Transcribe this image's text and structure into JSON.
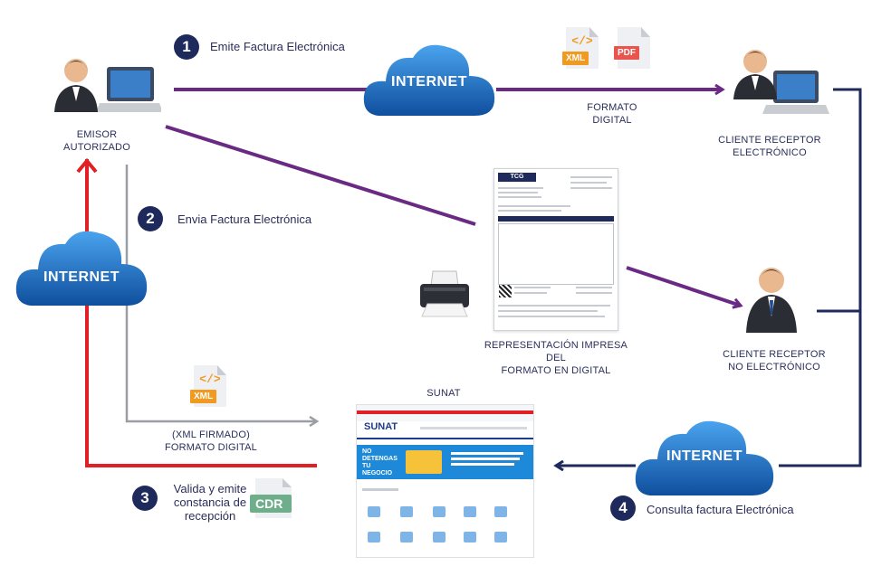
{
  "steps": [
    {
      "number": "1",
      "label": "Emite Factura Electrónica"
    },
    {
      "number": "2",
      "label": "Envia Factura Electrónica"
    },
    {
      "number": "3",
      "label": "Valida y emite\nconstancia de\nrecepción"
    },
    {
      "number": "4",
      "label": "Consulta factura Electrónica"
    }
  ],
  "nodes": {
    "emisor": "EMISOR\nAUTORIZADO",
    "cliente_electronico": "CLIENTE RECEPTOR\nELECTRÓNICO",
    "cliente_no_electronico": "CLIENTE RECEPTOR\nNO ELECTRÓNICO",
    "sunat": "SUNAT",
    "representacion": "REPRESENTACIÓN IMPRESA DEL\nFORMATO EN DIGITAL",
    "formato_digital": "FORMATO\nDIGITAL",
    "xml_firmado": "(XML FIRMADO)\nFORMATO DIGITAL"
  },
  "clouds": {
    "top": "INTERNET",
    "left": "INTERNET",
    "bottom_right": "INTERNET"
  },
  "files": {
    "xml_top": "XML",
    "pdf_top": "PDF",
    "xml_mid": "XML",
    "cdr": "CDR"
  },
  "doc_logo": "TCG",
  "sunat_logo": "SUNAT",
  "sunat_banner": "NO DETENGAS TU NEGOCIO",
  "colors": {
    "purple": "#6a2a84",
    "red": "#e02025",
    "gray": "#9a9ea4",
    "navy": "#1f2a5c",
    "cloud_blue": "#1a6fc4",
    "xml_orange": "#f09a1f",
    "pdf_red": "#e9554d",
    "cdr_green": "#6fae8b"
  }
}
